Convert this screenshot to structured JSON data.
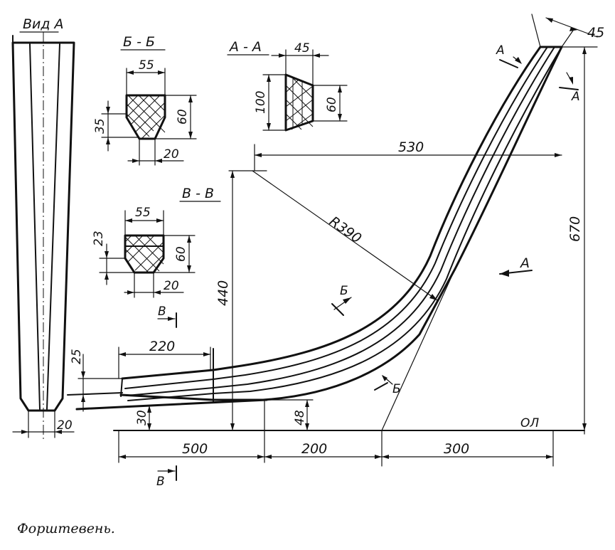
{
  "labels": {
    "view_a": "Вид А",
    "sec_bb": "Б - Б",
    "sec_aa": "А - А",
    "sec_vv": "В - В",
    "dim_45_top": "45",
    "dim_45_right": "45",
    "dim_55_bb": "55",
    "dim_35": "35",
    "dim_60_bb": "60",
    "dim_20_bb": "20",
    "dim_100": "100",
    "dim_60_aa": "60",
    "dim_55_vv": "55",
    "dim_23": "23",
    "dim_60_vv": "60",
    "dim_20_vv": "20",
    "dim_530": "530",
    "dim_r390": "R390",
    "dim_440": "440",
    "dim_670": "670",
    "dim_220": "220",
    "dim_25": "25",
    "dim_30": "30",
    "dim_48": "48",
    "dim_500": "500",
    "dim_200": "200",
    "dim_300": "300",
    "dim_20_view": "20",
    "baseline_ol": "ОЛ",
    "arrow_a": "А",
    "cut_a_top": "А",
    "cut_a_right": "А",
    "cut_b_top": "Б",
    "cut_b_bottom": "Б",
    "cut_v_top": "В",
    "cut_v_bottom": "В"
  },
  "caption": "Форштевень."
}
